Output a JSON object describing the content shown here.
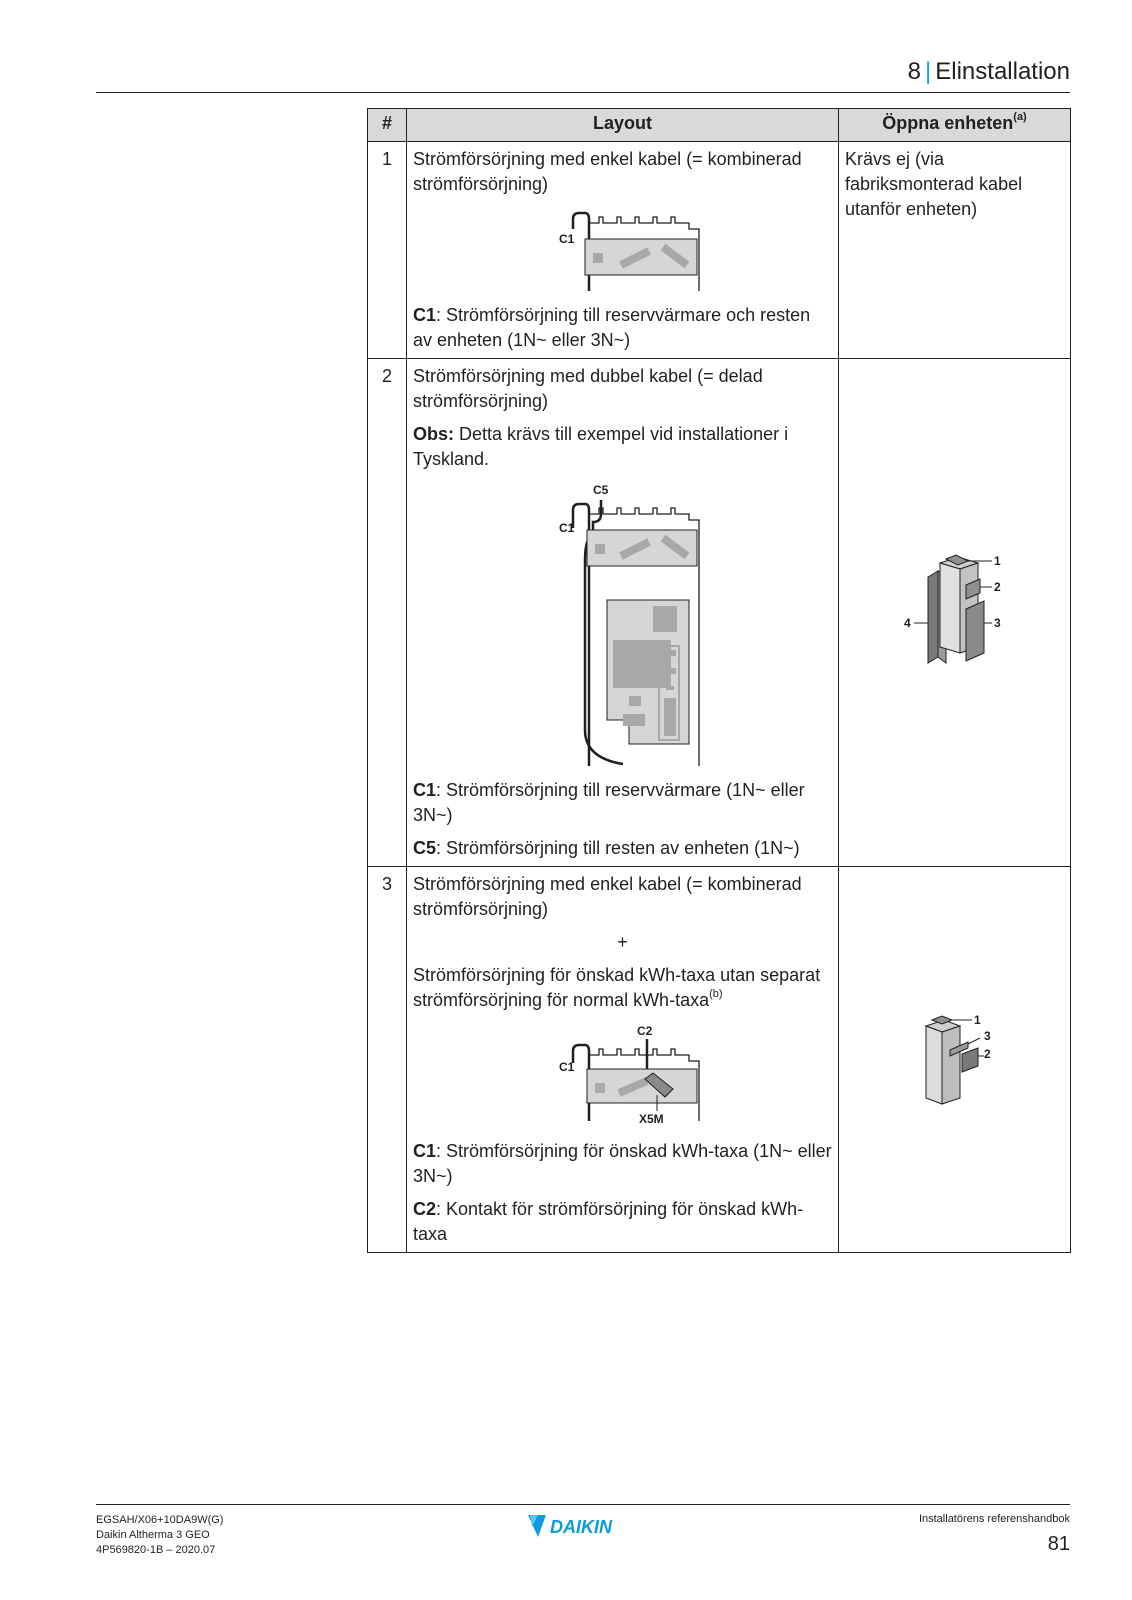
{
  "header": {
    "chapter": "8",
    "separator": "|",
    "title": "Elinstallation"
  },
  "table": {
    "headers": {
      "num": "#",
      "layout": "Layout",
      "open": "Öppna enheten",
      "open_note": "(a)"
    },
    "rows": [
      {
        "num": "1",
        "intro": "Strömförsörjning med enkel kabel (= kombinerad strömförsörjning)",
        "fig_labels": {
          "c1": "C1"
        },
        "legend": [
          {
            "code": "C1",
            "text": ": Strömförsörjning till reservvärmare och resten av enheten (1N~ eller 3N~)"
          }
        ],
        "open": "Krävs ej (via fabriksmonterad kabel utanför enheten)"
      },
      {
        "num": "2",
        "intro": "Strömförsörjning med dubbel kabel (= delad strömförsörjning)",
        "note_label": "Obs:",
        "note_text": " Detta krävs till exempel vid installationer i Tyskland.",
        "fig_labels": {
          "c1": "C1",
          "c5": "C5"
        },
        "legend": [
          {
            "code": "C1",
            "text": ": Strömförsörjning till reservvärmare (1N~ eller 3N~)"
          },
          {
            "code": "C5",
            "text": ": Strömförsörjning till resten av enheten (1N~)"
          }
        ],
        "icon_labels": {
          "l1": "1",
          "l2": "2",
          "l3": "3",
          "l4": "4"
        }
      },
      {
        "num": "3",
        "intro": "Strömförsörjning med enkel kabel (= kombinerad strömförsörjning)",
        "plus": "+",
        "intro2": "Strömförsörjning för önskad kWh-taxa utan separat strömförsörjning för normal kWh-taxa",
        "intro2_note": "(b)",
        "fig_labels": {
          "c1": "C1",
          "c2": "C2",
          "x5m": "X5M"
        },
        "legend": [
          {
            "code": "C1",
            "text": ": Strömförsörjning för önskad kWh-taxa (1N~ eller 3N~)"
          },
          {
            "code": "C2",
            "text": ": Kontakt för strömförsörjning för önskad kWh-taxa"
          }
        ],
        "icon_labels": {
          "l1": "1",
          "l2": "2",
          "l3": "3"
        }
      }
    ]
  },
  "footer": {
    "model": "EGSAH/X06+10DA9W(G)",
    "product": "Daikin Altherma 3 GEO",
    "docnum": "4P569820-1B – 2020.07",
    "logo_text": "DAIKIN",
    "manual": "Installatörens referenshandbok",
    "page": "81"
  },
  "colors": {
    "accent": "#1ea0dc",
    "header_bg": "#d9d9d9",
    "text": "#231f20",
    "logo_blue": "#0a9be0"
  }
}
